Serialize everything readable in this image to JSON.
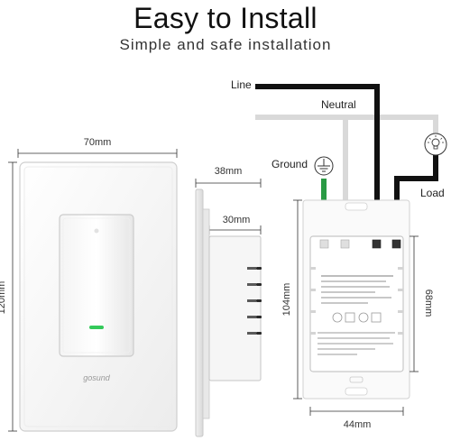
{
  "header": {
    "title": "Easy to Install",
    "subtitle": "Simple and safe installation"
  },
  "front_view": {
    "width_label": "70mm",
    "height_label": "120mm",
    "brand": "gosund",
    "indicator_color": "#34c95a"
  },
  "side_view": {
    "depth_label": "38mm",
    "body_depth_label": "30mm"
  },
  "back_view": {
    "height_label": "104mm",
    "body_height_label": "68mm",
    "width_label": "44mm"
  },
  "wires": {
    "line_label": "Line",
    "neutral_label": "Neutral",
    "ground_label": "Ground",
    "load_label": "Load",
    "ground_color": "#2a9a44",
    "line_color": "#111111",
    "neutral_color": "#dcdcdc"
  },
  "icons": {
    "ground": "ground-icon",
    "bulb": "light-bulb-icon"
  }
}
